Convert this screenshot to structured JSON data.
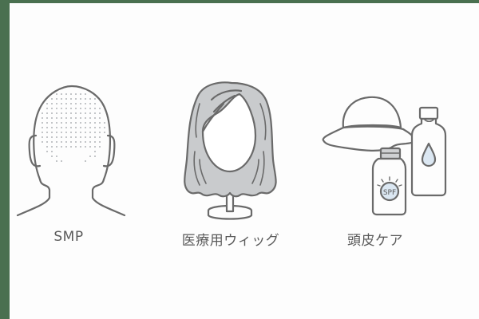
{
  "colors": {
    "frame": "#4a7050",
    "background": "#fdfdfd",
    "stroke": "#6a6a6a",
    "hair_fill": "#c9cbcd",
    "dots": "#9a9ea2",
    "accent_blue": "#dbe7f2",
    "cap_gray": "#cfd1d3",
    "label": "#5a5a5a"
  },
  "items": [
    {
      "id": "smp",
      "label": "SMP",
      "icon": "head-back-dots-icon"
    },
    {
      "id": "wig",
      "label": "医療用ウィッグ",
      "icon": "wig-on-stand-icon"
    },
    {
      "id": "scalp",
      "label": "頭皮ケア",
      "icon": "hat-and-bottles-icon"
    }
  ],
  "spf_text": "SPF"
}
